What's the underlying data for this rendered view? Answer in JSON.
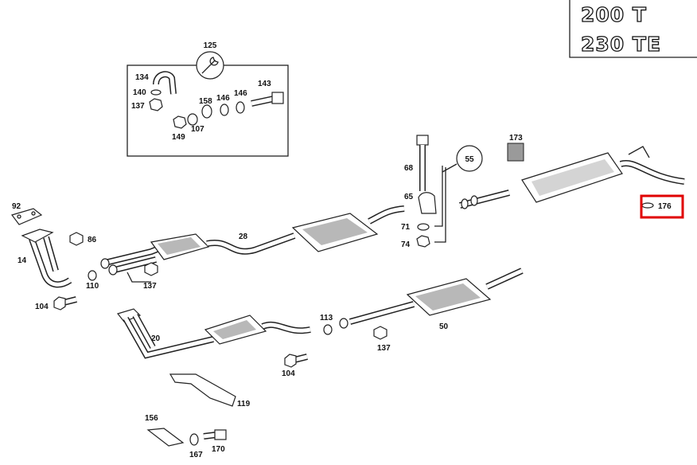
{
  "models": {
    "model_1": "200 T",
    "model_2": "230 TE"
  },
  "kit_box": {
    "title_number": "125",
    "tool_icon": "wrench-icon"
  },
  "highlight": {
    "part_number": "176",
    "color": "#e00000"
  },
  "parts": {
    "p92": "92",
    "p14": "14",
    "p86": "86",
    "p110": "110",
    "p104a": "104",
    "p137a": "137",
    "p28": "28",
    "p134": "134",
    "p140": "140",
    "p137b": "137",
    "p158": "158",
    "p146a": "146",
    "p146b": "146",
    "p143": "143",
    "p107": "107",
    "p149": "149",
    "p68": "68",
    "p65": "65",
    "p71": "71",
    "p74": "74",
    "p55": "55",
    "p173": "173",
    "p176": "176",
    "p20": "20",
    "p113": "113",
    "p137c": "137",
    "p50": "50",
    "p104b": "104",
    "p119": "119",
    "p156": "156",
    "p167": "167",
    "p170": "170"
  }
}
